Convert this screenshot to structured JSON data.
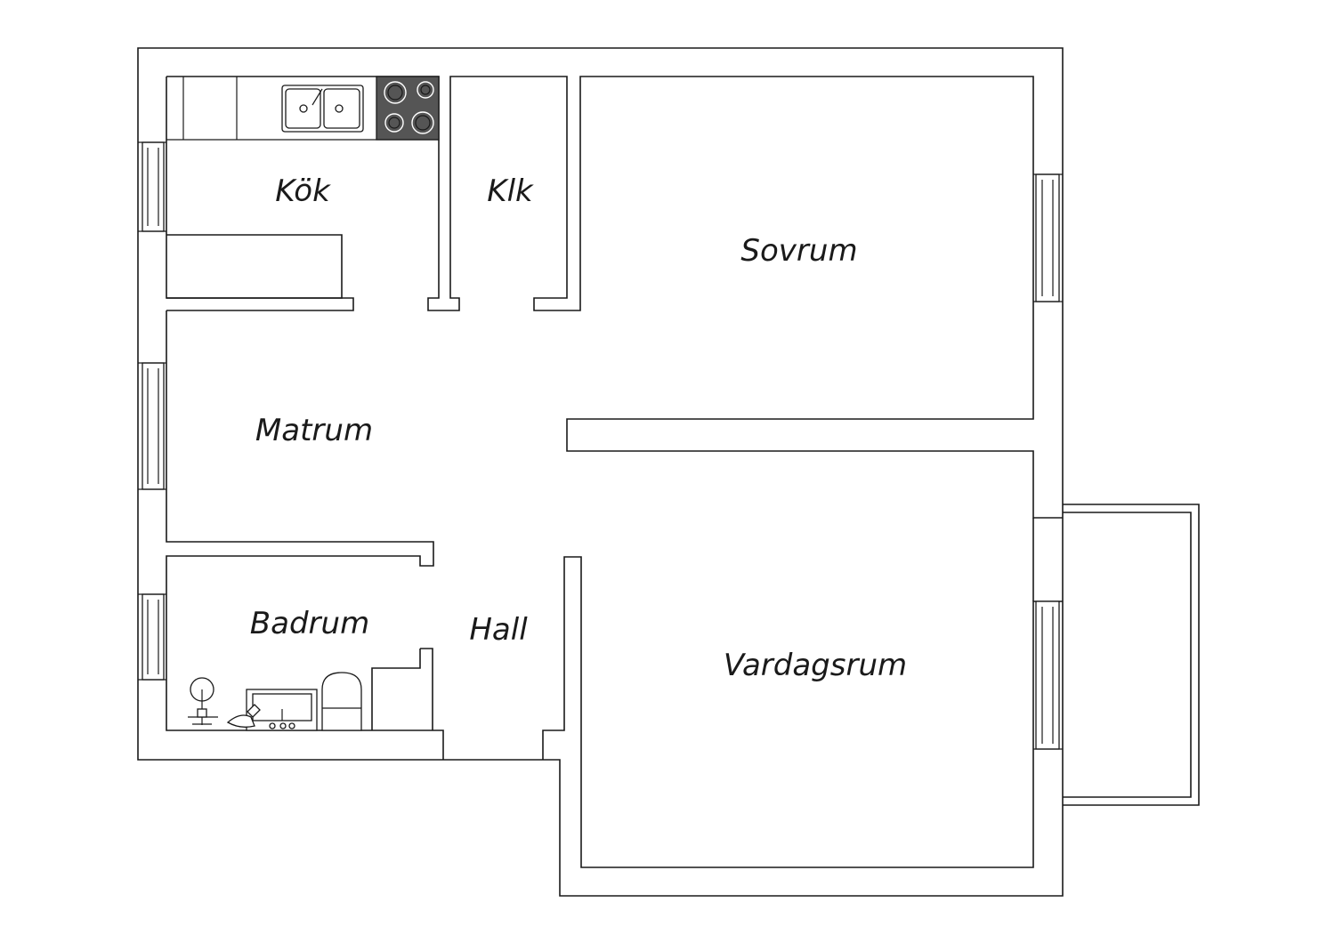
{
  "rooms": {
    "kok": "Kök",
    "klk": "Klk",
    "sovrum": "Sovrum",
    "matrum": "Matrum",
    "badrum": "Badrum",
    "hall": "Hall",
    "vardagsrum": "Vardagsrum"
  },
  "colors": {
    "line": "#1a1a1a",
    "background": "#ffffff",
    "stove": "#555555"
  },
  "icons": [
    "sink-icon",
    "stove-icon",
    "toilet-icon",
    "washbasin-icon",
    "shower-icon",
    "window-icon"
  ]
}
